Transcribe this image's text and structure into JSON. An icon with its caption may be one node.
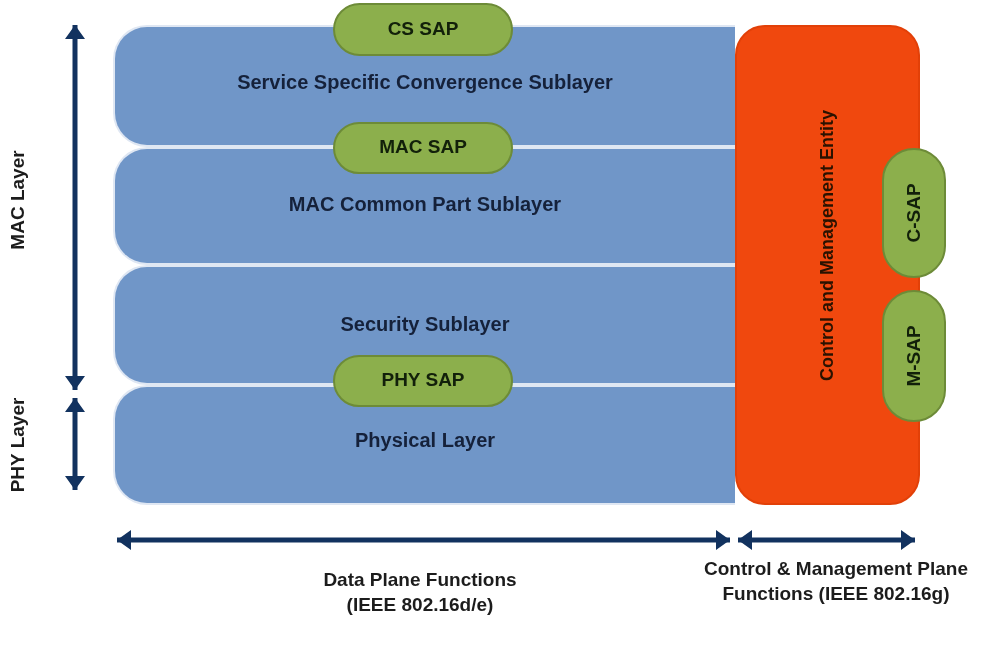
{
  "diagram": {
    "nodes": [
      {
        "text": [
          "Service Specific Convergence Sublayer"
        ]
      },
      {
        "text": [
          "CS SAP"
        ]
      },
      {
        "text": [
          "MAC SAP"
        ]
      },
      {
        "text": [
          "MAC Common Part Sublayer"
        ]
      },
      {
        "text": [
          "Security Sublayer"
        ]
      },
      {
        "text": [
          "PHY SAP"
        ]
      },
      {
        "text": [
          "Physical Layer"
        ]
      },
      {
        "text": [
          "Control and Management Entity"
        ]
      },
      {
        "text": [
          "C-SAP"
        ]
      },
      {
        "text": [
          "M-SAP"
        ]
      }
    ],
    "labels": [
      "MAC Layer",
      "PHY Layer",
      "Data Plane Functions (IEEE 802.16d/e)",
      "Control & Management Plane Functions (IEEE 802.16g)"
    ]
  }
}
